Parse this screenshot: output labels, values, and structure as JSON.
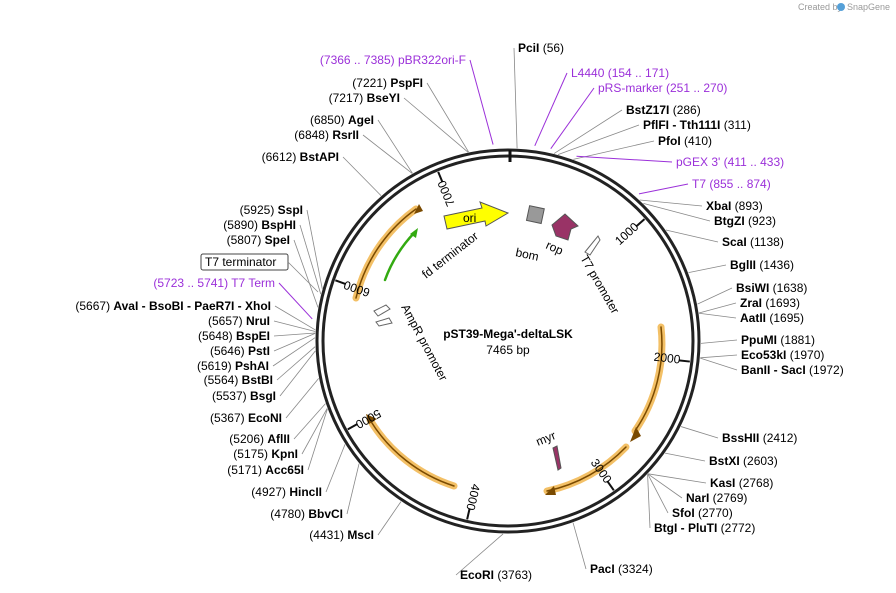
{
  "credit": {
    "prefix": "Created by",
    "brand": "SnapGene"
  },
  "plasmid": {
    "name": "pST39-Mega'-deltaLSK",
    "size": "7465 bp",
    "length": 7465
  },
  "ticks": [
    {
      "bp": 1000,
      "label": "1000"
    },
    {
      "bp": 2000,
      "label": "2000"
    },
    {
      "bp": 3000,
      "label": "3000"
    },
    {
      "bp": 4000,
      "label": "4000"
    },
    {
      "bp": 5000,
      "label": "5000"
    },
    {
      "bp": 6000,
      "label": "6000"
    },
    {
      "bp": 7000,
      "label": "7000"
    }
  ],
  "features": [
    {
      "label": "ori",
      "kind": "arrow-yellow"
    },
    {
      "label": "rop",
      "kind": "arrow-purple"
    },
    {
      "label": "bom",
      "kind": "box-grey"
    },
    {
      "label": "fd terminator",
      "kind": "label"
    },
    {
      "label": "T7 promoter",
      "kind": "label"
    },
    {
      "label": "AmpR promoter",
      "kind": "label"
    },
    {
      "label": "myr",
      "kind": "label"
    },
    {
      "label": "T7 terminator",
      "kind": "boxed-label"
    }
  ],
  "sites": [
    {
      "name": "PciI",
      "pos": "(56)",
      "color": "black"
    },
    {
      "name": "BstZ17I",
      "pos": "(286)",
      "color": "black"
    },
    {
      "name": "PflFI - Tth111I",
      "pos": "(311)",
      "color": "black"
    },
    {
      "name": "PfoI",
      "pos": "(410)",
      "color": "black"
    },
    {
      "name": "XbaI",
      "pos": "(893)",
      "color": "black"
    },
    {
      "name": "BtgZI",
      "pos": "(923)",
      "color": "black"
    },
    {
      "name": "ScaI",
      "pos": "(1138)",
      "color": "black"
    },
    {
      "name": "BglII",
      "pos": "(1436)",
      "color": "black"
    },
    {
      "name": "BsiWI",
      "pos": "(1638)",
      "color": "black"
    },
    {
      "name": "ZraI",
      "pos": "(1693)",
      "color": "black"
    },
    {
      "name": "AatII",
      "pos": "(1695)",
      "color": "black"
    },
    {
      "name": "PpuMI",
      "pos": "(1881)",
      "color": "black"
    },
    {
      "name": "Eco53kI",
      "pos": "(1970)",
      "color": "black"
    },
    {
      "name": "BanII - SacI",
      "pos": "(1972)",
      "color": "black"
    },
    {
      "name": "BssHII",
      "pos": "(2412)",
      "color": "black"
    },
    {
      "name": "BstXI",
      "pos": "(2603)",
      "color": "black"
    },
    {
      "name": "KasI",
      "pos": "(2768)",
      "color": "black"
    },
    {
      "name": "NarI",
      "pos": "(2769)",
      "color": "black"
    },
    {
      "name": "SfoI",
      "pos": "(2770)",
      "color": "black"
    },
    {
      "name": "BtgI - PluTI",
      "pos": "(2772)",
      "color": "black"
    },
    {
      "name": "PacI",
      "pos": "(3324)",
      "color": "black"
    },
    {
      "name": "EcoRI",
      "pos": "(3763)",
      "color": "black"
    },
    {
      "name": "MscI",
      "pos": "(4431)",
      "color": "black"
    },
    {
      "name": "BbvCI",
      "pos": "(4780)",
      "color": "black"
    },
    {
      "name": "HincII",
      "pos": "(4927)",
      "color": "black"
    },
    {
      "name": "Acc65I",
      "pos": "(5171)",
      "color": "black"
    },
    {
      "name": "KpnI",
      "pos": "(5175)",
      "color": "black"
    },
    {
      "name": "AflII",
      "pos": "(5206)",
      "color": "black"
    },
    {
      "name": "EcoNI",
      "pos": "(5367)",
      "color": "black"
    },
    {
      "name": "BsgI",
      "pos": "(5537)",
      "color": "black"
    },
    {
      "name": "BstBI",
      "pos": "(5564)",
      "color": "black"
    },
    {
      "name": "PshAI",
      "pos": "(5619)",
      "color": "black"
    },
    {
      "name": "PstI",
      "pos": "(5646)",
      "color": "black"
    },
    {
      "name": "BspEI",
      "pos": "(5648)",
      "color": "black"
    },
    {
      "name": "NruI",
      "pos": "(5657)",
      "color": "black"
    },
    {
      "name": "AvaI - BsoBI - PaeR7I - XhoI",
      "pos": "(5667)",
      "color": "black"
    },
    {
      "name": "SpeI",
      "pos": "(5807)",
      "color": "black"
    },
    {
      "name": "BspHI",
      "pos": "(5890)",
      "color": "black"
    },
    {
      "name": "SspI",
      "pos": "(5925)",
      "color": "black"
    },
    {
      "name": "BstAPI",
      "pos": "(6612)",
      "color": "black"
    },
    {
      "name": "RsrII",
      "pos": "(6848)",
      "color": "black"
    },
    {
      "name": "AgeI",
      "pos": "(6850)",
      "color": "black"
    },
    {
      "name": "BseYI",
      "pos": "(7217)",
      "color": "black"
    },
    {
      "name": "PspFI",
      "pos": "(7221)",
      "color": "black"
    }
  ],
  "primers": [
    {
      "name": "pBR322ori-F",
      "pos": "(7366 .. 7385)",
      "color": "#9b30d9"
    },
    {
      "name": "L4440",
      "pos": "(154 .. 171)",
      "color": "#9b30d9"
    },
    {
      "name": "pRS-marker",
      "pos": "(251 .. 270)",
      "color": "#9b30d9"
    },
    {
      "name": "pGEX 3'",
      "pos": "(411 .. 433)",
      "color": "#9b30d9"
    },
    {
      "name": "T7",
      "pos": "(855 .. 874)",
      "color": "#9b30d9"
    },
    {
      "name": "T7 Term",
      "pos": "(5723 .. 5741)",
      "color": "#9b30d9"
    }
  ],
  "colors": {
    "ori": "#ffff00",
    "rop": "#993366",
    "bom": "#999999",
    "orf": "#f0b040",
    "primer": "#9b30d9",
    "green": "#33aa11"
  }
}
